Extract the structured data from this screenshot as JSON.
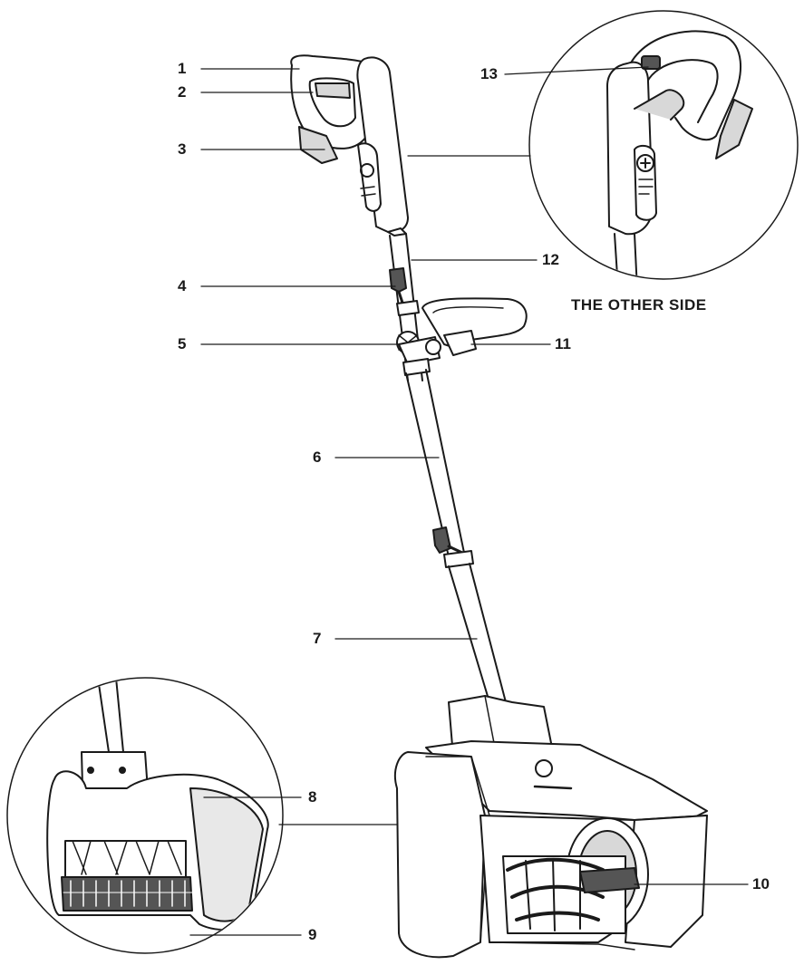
{
  "callouts": {
    "c1": "1",
    "c2": "2",
    "c3": "3",
    "c4": "4",
    "c5": "5",
    "c6": "6",
    "c7": "7",
    "c8": "8",
    "c9": "9",
    "c10": "10",
    "c11": "11",
    "c12": "12",
    "c13": "13"
  },
  "other_side_caption": "THE OTHER SIDE",
  "colors": {
    "stroke": "#1a1a1a",
    "fill": "#ffffff",
    "shade": "#d8d8d8",
    "dark": "#555555"
  }
}
